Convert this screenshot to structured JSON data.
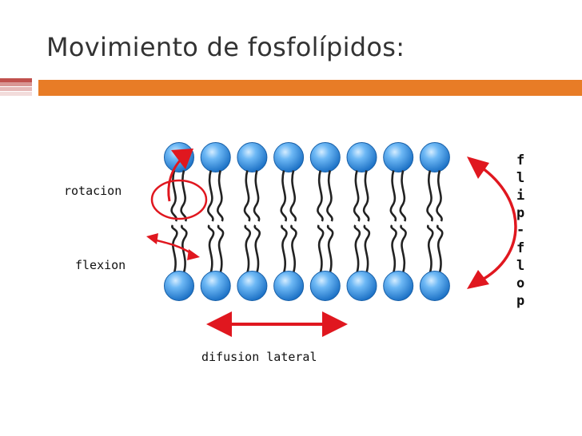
{
  "slide": {
    "title": "Movimiento de fosfolípidos:"
  },
  "theme": {
    "accent_color": "#e87c26",
    "left_rule_colors": [
      "#c0504d",
      "#d99694",
      "#e6b9b8",
      "#f2dcdb"
    ],
    "head_color": "#2e8fe0",
    "arrow_color": "#e0171f",
    "tail_color": "#222222"
  },
  "diagram": {
    "labels": {
      "rotation": "rotacion",
      "flexion": "flexion",
      "lateral_diffusion": "difusion lateral",
      "flip_flop": [
        "f",
        "l",
        "i",
        "p",
        "-",
        "f",
        "l",
        "o",
        "p"
      ]
    },
    "top_heads_count": 8,
    "bottom_heads_count": 8
  }
}
